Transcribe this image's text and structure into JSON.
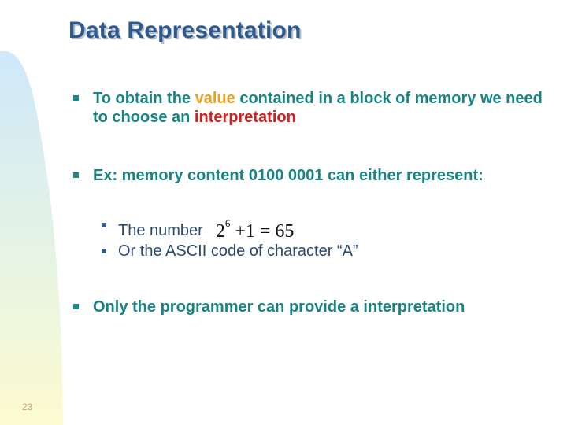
{
  "slide": {
    "title": "Data Representation",
    "page_number": "23",
    "colors": {
      "title": "#2f5a8f",
      "body": "#178383",
      "highlight_value": "#e8a020",
      "highlight_interpretation": "#d42020",
      "sub_bullet_text": "#2b4a6f"
    },
    "bullets": [
      {
        "parts": [
          {
            "text": "To obtain the "
          },
          {
            "text": "value",
            "style": "orange"
          },
          {
            "text": " contained in a block of memory we need to choose an "
          },
          {
            "text": "interpretation",
            "style": "red"
          }
        ]
      },
      {
        "text": "Ex: memory content 0100 0001 can either represent:",
        "sub_bullets": [
          {
            "text": "The number",
            "math": {
              "base": "2",
              "exponent": "6",
              "rest": "+1 = 65"
            }
          },
          {
            "text": "Or the ASCII code of character “A”"
          }
        ]
      },
      {
        "text": "Only the programmer can provide a interpretation"
      }
    ]
  }
}
